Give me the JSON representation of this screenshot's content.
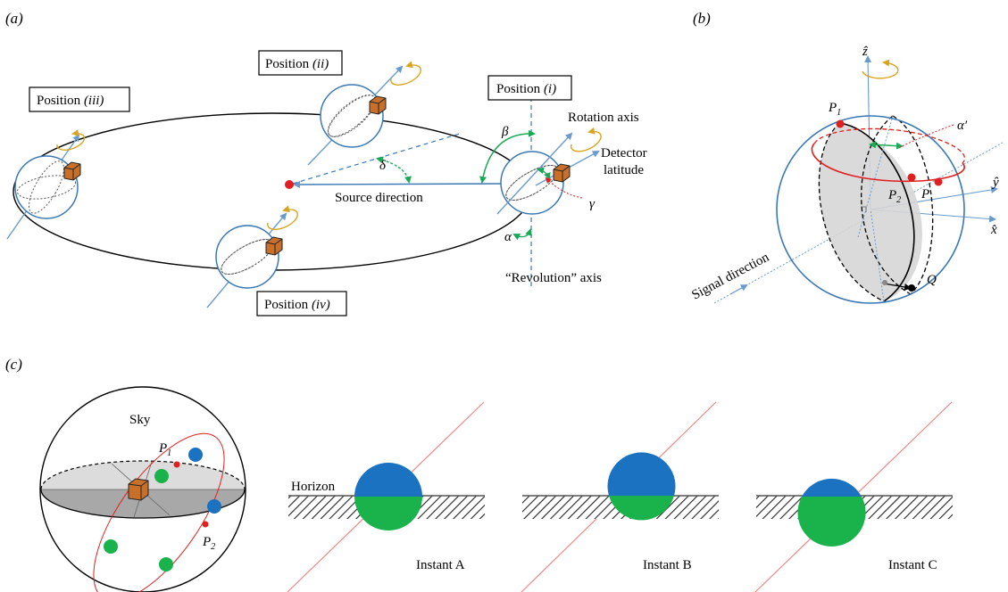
{
  "panels": {
    "a": "(a)",
    "b": "(b)",
    "c": "(c)"
  },
  "panel_a": {
    "position_prefix": "Position",
    "positions": [
      "(i)",
      "(ii)",
      "(iii)",
      "(iv)"
    ],
    "labels": {
      "rotation_axis": "Rotation axis",
      "detector": "Detector",
      "latitude": "latitude",
      "source_direction": "Source direction",
      "revolution_axis": "“Revolution” axis"
    },
    "angles": {
      "alpha": "α",
      "beta": "β",
      "gamma": "γ",
      "delta": "δ"
    }
  },
  "panel_b": {
    "z": "ẑ",
    "y": "ŷ",
    "x": "x̂",
    "p1": "P",
    "p1_sub": "1",
    "p2": "P",
    "p2_sub": "2",
    "p": "P",
    "q": "Q",
    "alpha_prime": "α′",
    "signal_direction": "Signal direction"
  },
  "panel_c": {
    "sky": "Sky",
    "p1": "P",
    "p1_sub": "1",
    "p2": "P",
    "p2_sub": "2",
    "horizon": "Horizon",
    "instants": [
      "Instant A",
      "Instant B",
      "Instant C"
    ]
  },
  "colors": {
    "sphere_stroke": "#3a78b5",
    "axis_blue": "#6a9bcc",
    "green": "#1aaa55",
    "red": "#e02020",
    "orange_curl": "#d9a520",
    "box": "#c8702a",
    "dot_blue": "#1b72c0",
    "dot_green": "#19b24b",
    "gray_disk": "#d6d6d6"
  }
}
